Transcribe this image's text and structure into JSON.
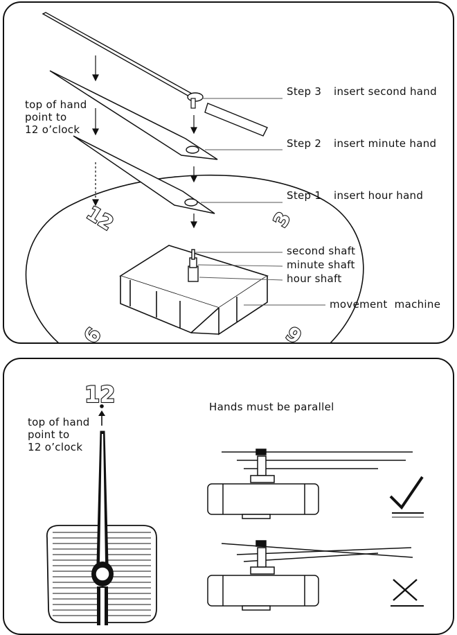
{
  "top_panel": {
    "note_lines": [
      "top of hand",
      "point to",
      "12 o’clock"
    ],
    "steps": [
      {
        "step": "Step 3",
        "action": "insert second hand"
      },
      {
        "step": "Step 2",
        "action": "insert minute hand"
      },
      {
        "step": "Step 1",
        "action": "insert hour hand"
      }
    ],
    "shafts": [
      "second shaft",
      "minute shaft",
      "hour shaft"
    ],
    "movement_label": "movement  machine",
    "dial_numbers": {
      "twelve": "12",
      "three": "3",
      "six": "6",
      "nine": "9"
    }
  },
  "bottom_panel": {
    "dial_number": "12",
    "note_lines": [
      "top of hand",
      "point to",
      "12 o’clock"
    ],
    "parallel_title": "Hands must be parallel",
    "correct_icon": "checkmark-icon",
    "wrong_icon": "cross-icon"
  }
}
